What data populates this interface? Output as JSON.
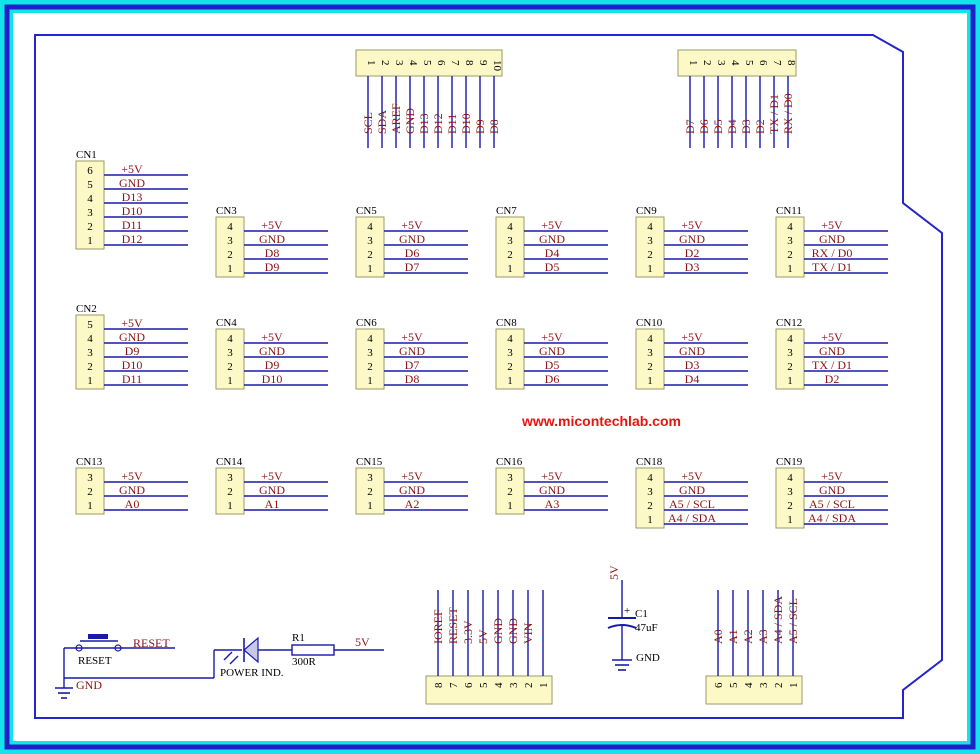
{
  "website": "www.micontechlab.com",
  "top_headers": [
    {
      "pins": [
        "1",
        "2",
        "3",
        "4",
        "5",
        "6",
        "7",
        "8",
        "9",
        "10"
      ],
      "signals": [
        "SCL",
        "SDA",
        "AREF",
        "GND",
        "D13",
        "D12",
        "D11",
        "D10",
        "D9",
        "D8"
      ]
    },
    {
      "pins": [
        "1",
        "2",
        "3",
        "4",
        "5",
        "6",
        "7",
        "8"
      ],
      "signals": [
        "D7",
        "D6",
        "D5",
        "D4",
        "D3",
        "D2",
        "TX / D1",
        "RX / D0"
      ]
    }
  ],
  "connectors": [
    {
      "name": "CN1",
      "pins": [
        "6",
        "5",
        "4",
        "3",
        "2",
        "1"
      ],
      "signals": [
        "+5V",
        "GND",
        "D13",
        "D10",
        "D11",
        "D12"
      ]
    },
    {
      "name": "CN3",
      "pins": [
        "4",
        "3",
        "2",
        "1"
      ],
      "signals": [
        "+5V",
        "GND",
        "D8",
        "D9"
      ]
    },
    {
      "name": "CN5",
      "pins": [
        "4",
        "3",
        "2",
        "1"
      ],
      "signals": [
        "+5V",
        "GND",
        "D6",
        "D7"
      ]
    },
    {
      "name": "CN7",
      "pins": [
        "4",
        "3",
        "2",
        "1"
      ],
      "signals": [
        "+5V",
        "GND",
        "D4",
        "D5"
      ]
    },
    {
      "name": "CN9",
      "pins": [
        "4",
        "3",
        "2",
        "1"
      ],
      "signals": [
        "+5V",
        "GND",
        "D2",
        "D3"
      ]
    },
    {
      "name": "CN11",
      "pins": [
        "4",
        "3",
        "2",
        "1"
      ],
      "signals": [
        "+5V",
        "GND",
        "RX / D0",
        "TX / D1"
      ]
    },
    {
      "name": "CN2",
      "pins": [
        "5",
        "4",
        "3",
        "2",
        "1"
      ],
      "signals": [
        "+5V",
        "GND",
        "D9",
        "D10",
        "D11"
      ]
    },
    {
      "name": "CN4",
      "pins": [
        "4",
        "3",
        "2",
        "1"
      ],
      "signals": [
        "+5V",
        "GND",
        "D9",
        "D10"
      ]
    },
    {
      "name": "CN6",
      "pins": [
        "4",
        "3",
        "2",
        "1"
      ],
      "signals": [
        "+5V",
        "GND",
        "D7",
        "D8"
      ]
    },
    {
      "name": "CN8",
      "pins": [
        "4",
        "3",
        "2",
        "1"
      ],
      "signals": [
        "+5V",
        "GND",
        "D5",
        "D6"
      ]
    },
    {
      "name": "CN10",
      "pins": [
        "4",
        "3",
        "2",
        "1"
      ],
      "signals": [
        "+5V",
        "GND",
        "D3",
        "D4"
      ]
    },
    {
      "name": "CN12",
      "pins": [
        "4",
        "3",
        "2",
        "1"
      ],
      "signals": [
        "+5V",
        "GND",
        "TX / D1",
        "D2"
      ]
    },
    {
      "name": "CN13",
      "pins": [
        "3",
        "2",
        "1"
      ],
      "signals": [
        "+5V",
        "GND",
        "A0"
      ]
    },
    {
      "name": "CN14",
      "pins": [
        "3",
        "2",
        "1"
      ],
      "signals": [
        "+5V",
        "GND",
        "A1"
      ]
    },
    {
      "name": "CN15",
      "pins": [
        "3",
        "2",
        "1"
      ],
      "signals": [
        "+5V",
        "GND",
        "A2"
      ]
    },
    {
      "name": "CN16",
      "pins": [
        "3",
        "2",
        "1"
      ],
      "signals": [
        "+5V",
        "GND",
        "A3"
      ]
    },
    {
      "name": "CN18",
      "pins": [
        "4",
        "3",
        "2",
        "1"
      ],
      "signals": [
        "+5V",
        "GND",
        "A5 / SCL",
        "A4 / SDA"
      ]
    },
    {
      "name": "CN19",
      "pins": [
        "4",
        "3",
        "2",
        "1"
      ],
      "signals": [
        "+5V",
        "GND",
        "A5 / SCL",
        "A4 / SDA"
      ]
    }
  ],
  "bottom_headers": [
    {
      "pins": [
        "8",
        "7",
        "6",
        "5",
        "4",
        "3",
        "2",
        "1"
      ],
      "signals": [
        "IOREF",
        "RESET",
        "3.3V",
        "5V",
        "GND",
        "GND",
        "VIN",
        ""
      ]
    },
    {
      "pins": [
        "6",
        "5",
        "4",
        "3",
        "2",
        "1"
      ],
      "signals": [
        "A0",
        "A1",
        "A2",
        "A3",
        "A4 / SDA",
        "A5 / SCL"
      ]
    }
  ],
  "reset_circuit": {
    "net": "RESET",
    "switch_label": "RESET",
    "ground_label": "GND"
  },
  "power_indicator": {
    "led_label": "POWER IND.",
    "resistor_ref": "R1",
    "resistor_value": "300R",
    "net": "5V"
  },
  "capacitor": {
    "ref": "C1",
    "value": "47uF",
    "top_net": "5V",
    "bottom_net": "GND",
    "polarity": "+"
  }
}
